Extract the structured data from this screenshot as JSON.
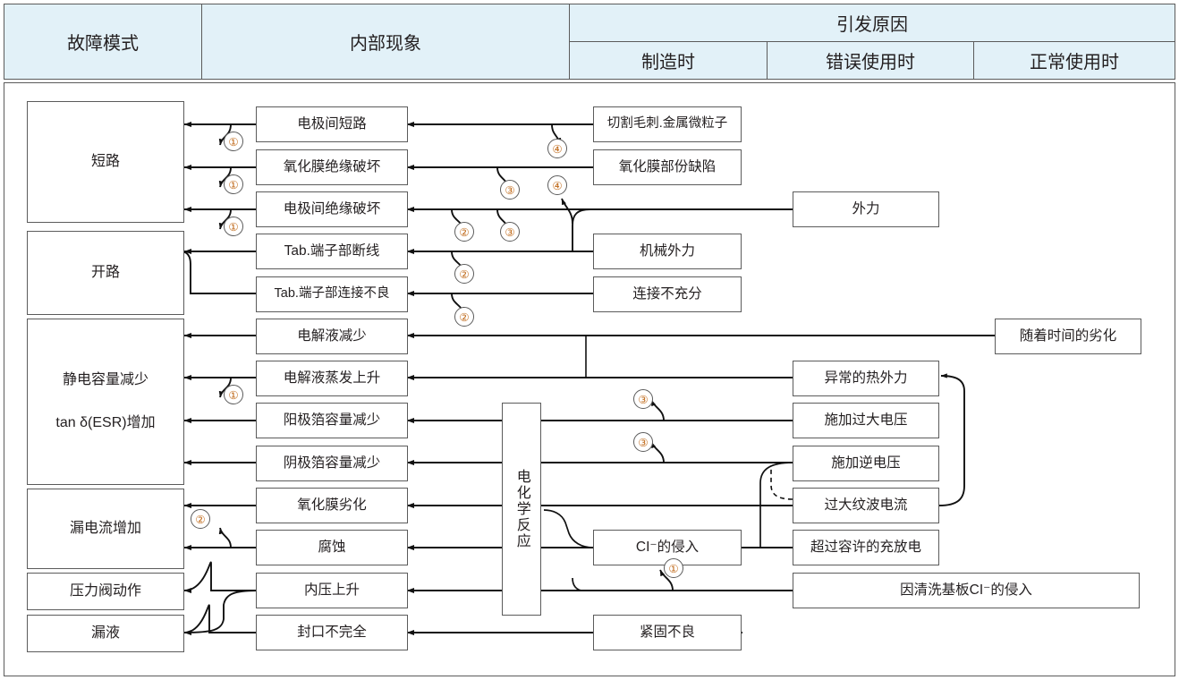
{
  "header": {
    "fault_mode": "故障模式",
    "internal_phenomenon": "内部现象",
    "cause": "引发原因",
    "cause_sub": [
      "制造时",
      "错误使用时",
      "正常使用时"
    ]
  },
  "colors": {
    "header_bg": "#e2f1f8",
    "border": "#5b5b5b",
    "text": "#231f20",
    "marker_text": "#c06a1a"
  },
  "fault_modes": [
    {
      "id": "short",
      "label": "短路"
    },
    {
      "id": "open",
      "label": "开路"
    },
    {
      "id": "cap",
      "label": "静电容量减少",
      "label2": "tan δ(ESR)增加"
    },
    {
      "id": "leak",
      "label": "漏电流增加"
    },
    {
      "id": "valve",
      "label": "压力阀动作"
    },
    {
      "id": "liquid",
      "label": "漏液"
    }
  ],
  "internal": [
    {
      "id": "p1",
      "label": "电极间短路"
    },
    {
      "id": "p2",
      "label": "氧化膜绝缘破坏"
    },
    {
      "id": "p3",
      "label": "电极间绝缘破坏"
    },
    {
      "id": "p4",
      "label": "Tab.端子部断线"
    },
    {
      "id": "p5",
      "label": "Tab.端子部连接不良"
    },
    {
      "id": "p6",
      "label": "电解液减少"
    },
    {
      "id": "p7",
      "label": "电解液蒸发上升"
    },
    {
      "id": "p8",
      "label": "阳极箔容量减少"
    },
    {
      "id": "p9",
      "label": "阴极箔容量减少"
    },
    {
      "id": "p10",
      "label": "氧化膜劣化"
    },
    {
      "id": "p11",
      "label": "腐蚀"
    },
    {
      "id": "p12",
      "label": "内压上升"
    },
    {
      "id": "p13",
      "label": "封口不完全"
    }
  ],
  "reaction": {
    "label": "电化学反应"
  },
  "causes": [
    {
      "id": "c1",
      "label": "切割毛刺.金属微粒子",
      "column": "制造时"
    },
    {
      "id": "c2",
      "label": "氧化膜部份缺陷",
      "column": "制造时"
    },
    {
      "id": "c3",
      "label": "机械外力",
      "column": "制造时"
    },
    {
      "id": "c4",
      "label": "连接不充分",
      "column": "制造时"
    },
    {
      "id": "c5",
      "label": "CI⁻的侵入",
      "column": "制造时"
    },
    {
      "id": "c6",
      "label": "紧固不良",
      "column": "制造时"
    },
    {
      "id": "c7",
      "label": "外力",
      "column": "错误使用时"
    },
    {
      "id": "c8",
      "label": "异常的热外力",
      "column": "错误使用时"
    },
    {
      "id": "c9",
      "label": "施加过大电压",
      "column": "错误使用时"
    },
    {
      "id": "c10",
      "label": "施加逆电压",
      "column": "错误使用时"
    },
    {
      "id": "c11",
      "label": "过大纹波电流",
      "column": "错误使用时"
    },
    {
      "id": "c12",
      "label": "超过容许的充放电",
      "column": "错误使用时"
    },
    {
      "id": "c13",
      "label": "因清洗基板CI⁻的侵入",
      "column": "错误使用时"
    },
    {
      "id": "c14",
      "label": "随着时间的劣化",
      "column": "正常使用时"
    }
  ],
  "markers": [
    {
      "id": "m1",
      "text": "①"
    },
    {
      "id": "m2",
      "text": "①"
    },
    {
      "id": "m3",
      "text": "①"
    },
    {
      "id": "m4",
      "text": "①"
    },
    {
      "id": "m5",
      "text": "②"
    },
    {
      "id": "m6",
      "text": "②"
    },
    {
      "id": "m7",
      "text": "②"
    },
    {
      "id": "m8",
      "text": "②"
    },
    {
      "id": "m9",
      "text": "②"
    },
    {
      "id": "m10",
      "text": "③"
    },
    {
      "id": "m11",
      "text": "③"
    },
    {
      "id": "m12",
      "text": "③"
    },
    {
      "id": "m13",
      "text": "③"
    },
    {
      "id": "m14",
      "text": "④"
    },
    {
      "id": "m15",
      "text": "④"
    },
    {
      "id": "m16",
      "text": "①"
    }
  ]
}
